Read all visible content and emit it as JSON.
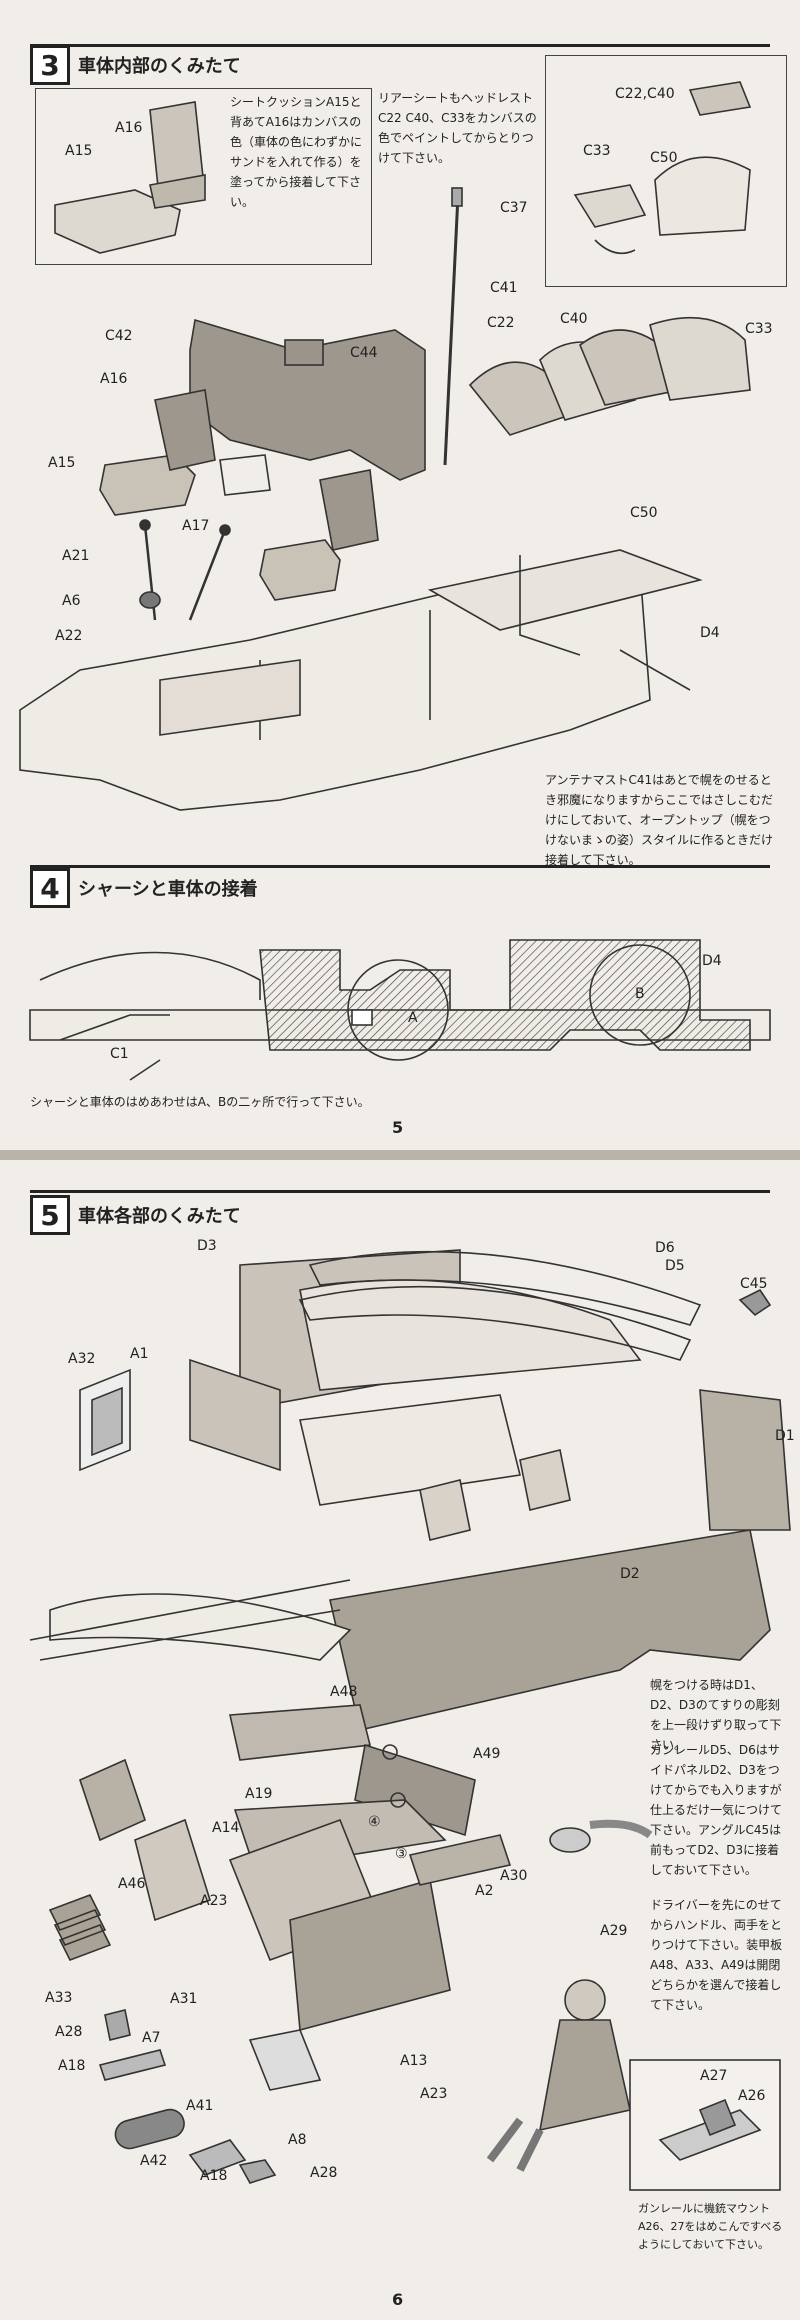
{
  "page5": {
    "section3": {
      "number": "3",
      "title": "車体内部のくみたて",
      "note_seat": "シートクッションA15と背あてA16はカンバスの色（車体の色にわずかにサンドを入れて作る）を塗ってから接着して下さい。",
      "note_rear": "リアーシートもヘッドレストC22 C40、C33をカンバスの色でペイントしてからとりつけて下さい。",
      "note_antenna": "アンテナマストC41はあとで幌をのせるとき邪魔になりますからここではさしこむだけにしておいて、オープントップ（幌をつけないまゝの姿）スタイルに作るときだけ接着して下さい。",
      "labels": [
        "A15",
        "A16",
        "C22,C40",
        "C33",
        "C50",
        "C37",
        "C41",
        "C42",
        "C44",
        "C22",
        "C40",
        "C33",
        "A16",
        "A15",
        "A17",
        "A21",
        "A6",
        "A22",
        "D4",
        "C50"
      ]
    },
    "section4": {
      "number": "4",
      "title": "シャーシと車体の接着",
      "labels": [
        "D4",
        "A",
        "B",
        "C1"
      ],
      "note": "シャーシと車体のはめあわせはA、Bの二ヶ所で行って下さい。"
    },
    "page_number": "5"
  },
  "page6": {
    "section5": {
      "number": "5",
      "title": "車体各部のくみたて",
      "labels": [
        "D3",
        "D6",
        "D5",
        "C45",
        "A32",
        "A1",
        "D1",
        "D2",
        "A48",
        "A49",
        "A19",
        "A14",
        "A46",
        "A23",
        "A2",
        "A30",
        "A29",
        "A33",
        "A31",
        "A28",
        "A7",
        "A18",
        "A41",
        "A42",
        "A8",
        "A18",
        "A28",
        "A13",
        "A23",
        "A27",
        "A26"
      ],
      "circle_marks": [
        "④",
        "③"
      ],
      "note_top": "幌をつける時はD1、D2、D3のてすりの彫刻を上一段けずり取って下さい。",
      "note_rail": "ガンレールD5、D6はサイドパネルD2、D3をつけてからでも入りますが仕上るだけ一気につけて下さい。アングルC45は前もってD2、D3に接着しておいて下さい。",
      "note_driver": "ドライバーを先にのせてからハンドル、両手をとりつけて下さい。装甲板A48、A33、A49は開閉どちらかを選んで接着して下さい。",
      "note_mount": "ガンレールに機銃マウントA26、27をはめこんですべるようにしておいて下さい。"
    },
    "page_number": "6"
  }
}
